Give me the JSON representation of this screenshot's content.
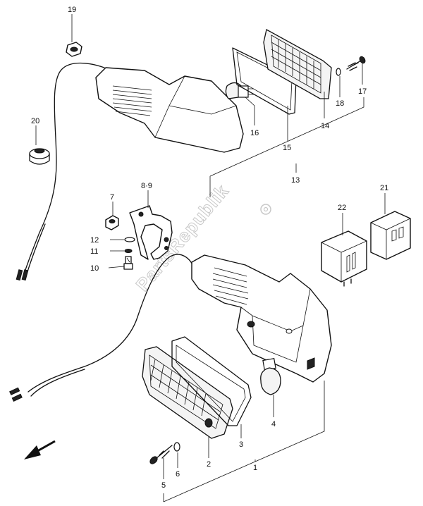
{
  "callouts": {
    "c1": "1",
    "c2": "2",
    "c3": "3",
    "c4": "4",
    "c5": "5",
    "c6": "6",
    "c7": "7",
    "c8_9": "8·9",
    "c10": "10",
    "c11": "11",
    "c12": "12",
    "c13": "13",
    "c14": "14",
    "c15": "15",
    "c16": "16",
    "c17": "17",
    "c18": "18",
    "c19": "19",
    "c20": "20",
    "c21": "21",
    "c22": "22"
  },
  "watermark": {
    "text": "PartsRepublik"
  },
  "colors": {
    "line": "#111111",
    "background": "#ffffff",
    "watermark": "#c8c8c8"
  },
  "icons": {
    "direction_arrow": "arrow-down-left-icon"
  }
}
